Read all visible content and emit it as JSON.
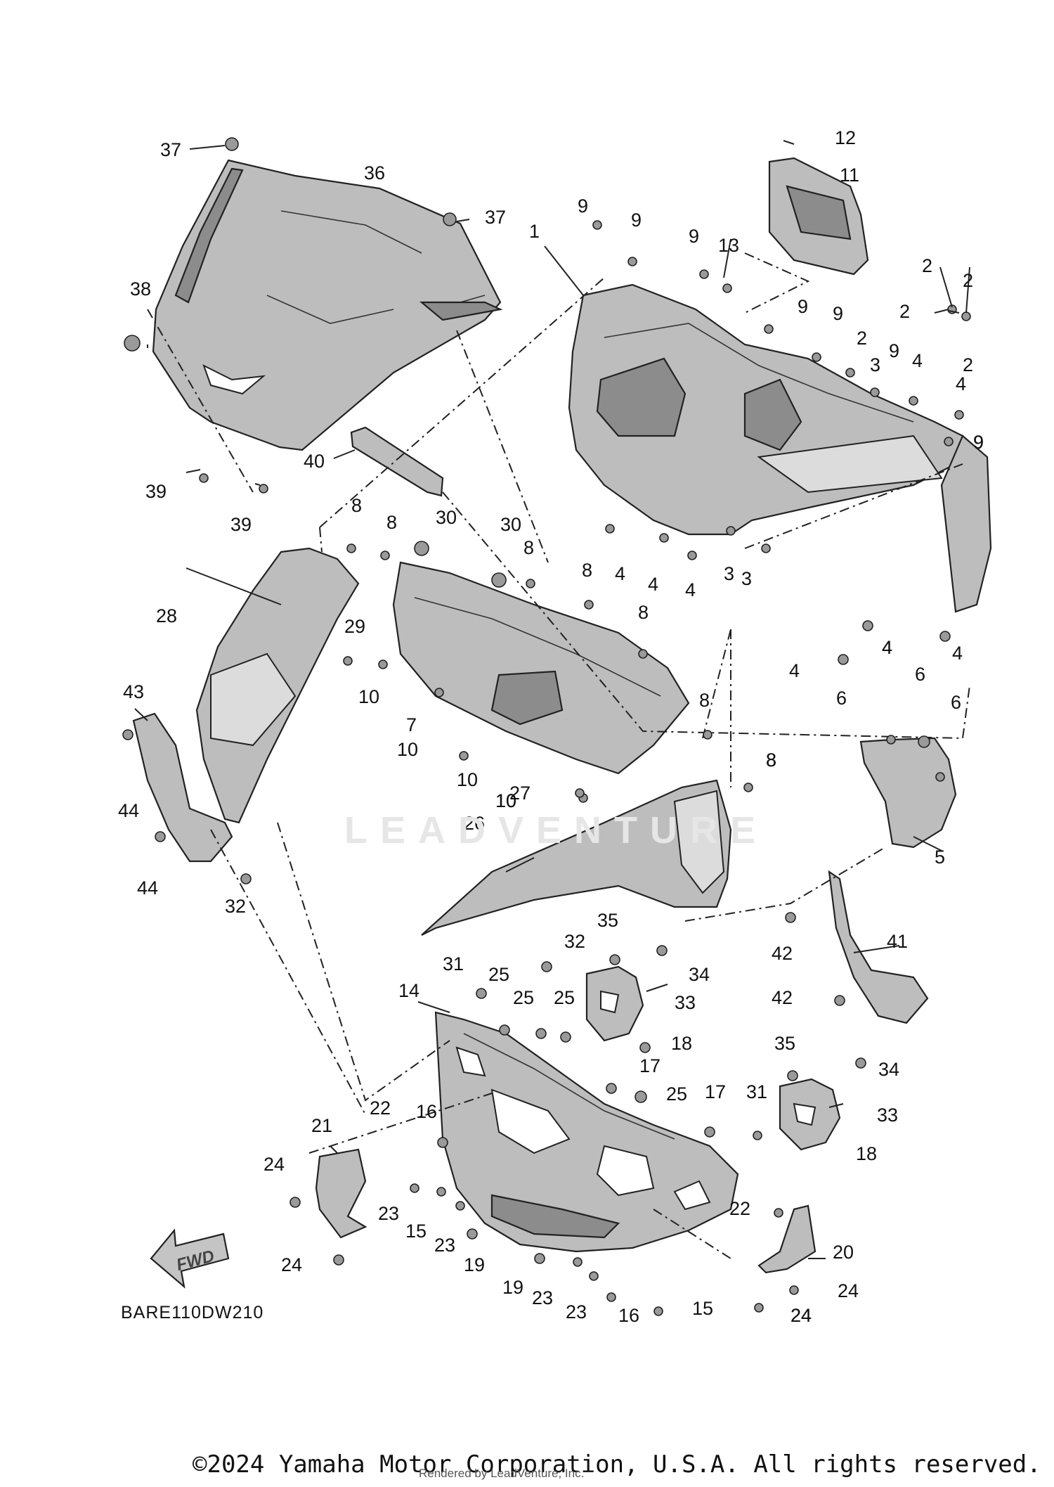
{
  "diagram": {
    "code": "BARE110DW210",
    "fwd_label": "FWD",
    "watermark": "LEADVENTURE",
    "copyright": "©2024 Yamaha Motor Corporation, U.S.A. All rights reserved.",
    "rendered_by": "Rendered by LeadVenture, Inc."
  },
  "callouts": [
    "1",
    "2",
    "2",
    "2",
    "2",
    "2",
    "3",
    "3",
    "3",
    "4",
    "4",
    "4",
    "4",
    "4",
    "4",
    "4",
    "4",
    "4",
    "5",
    "6",
    "6",
    "6",
    "7",
    "8",
    "8",
    "8",
    "8",
    "8",
    "8",
    "8",
    "8",
    "9",
    "9",
    "9",
    "9",
    "9",
    "9",
    "9",
    "9",
    "10",
    "10",
    "10",
    "10",
    "10",
    "11",
    "12",
    "13",
    "14",
    "15",
    "15",
    "16",
    "16",
    "17",
    "17",
    "18",
    "18",
    "19",
    "19",
    "20",
    "21",
    "22",
    "22",
    "23",
    "23",
    "23",
    "23",
    "24",
    "24",
    "24",
    "24",
    "24",
    "25",
    "25",
    "25",
    "25",
    "26",
    "27",
    "28",
    "29",
    "30",
    "30",
    "31",
    "31",
    "32",
    "32",
    "33",
    "33",
    "34",
    "34",
    "35",
    "35",
    "36",
    "37",
    "37",
    "38",
    "39",
    "39",
    "40",
    "41",
    "42",
    "42",
    "43",
    "44",
    "44"
  ]
}
